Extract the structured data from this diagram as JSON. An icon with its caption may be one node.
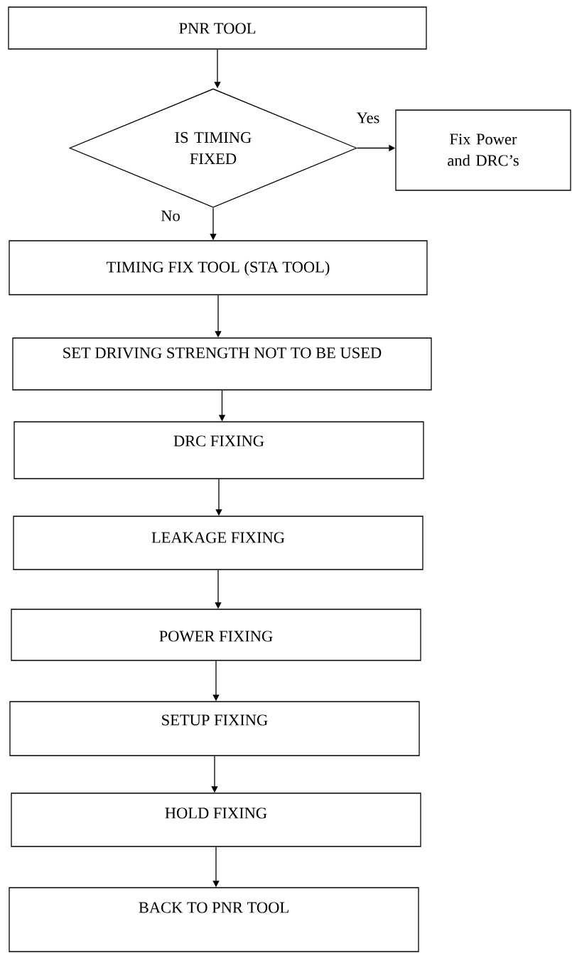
{
  "diagram": {
    "nodes": [
      {
        "text": [
          "PNR TOOL"
        ]
      },
      {
        "text": [
          "IS TIMING FIXED"
        ]
      },
      {
        "text": [
          "Fix Power and DRC’s"
        ]
      },
      {
        "text": [
          "TIMING FIX TOOL (STA TOOL)"
        ]
      },
      {
        "text": [
          "SET DRIVING STRENGTH NOT TO BE USED"
        ]
      },
      {
        "text": [
          "DRC FIXING"
        ]
      },
      {
        "text": [
          "LEAKAGE FIXING"
        ]
      },
      {
        "text": [
          "POWER FIXING"
        ]
      },
      {
        "text": [
          "SETUP FIXING"
        ]
      },
      {
        "text": [
          "HOLD FIXING"
        ]
      },
      {
        "text": [
          "BACK TO PNR TOOL"
        ]
      }
    ],
    "edges": [
      {
        "from": 0,
        "to": 1,
        "arrow": "to"
      },
      {
        "from": 1,
        "to": 2,
        "arrow": "to",
        "label": "Yes"
      },
      {
        "from": 1,
        "to": 3,
        "arrow": "to",
        "label": "No"
      },
      {
        "from": 3,
        "to": 4,
        "arrow": "to"
      },
      {
        "from": 4,
        "to": 5,
        "arrow": "to"
      },
      {
        "from": 5,
        "to": 6,
        "arrow": "to"
      },
      {
        "from": 6,
        "to": 7,
        "arrow": "to"
      },
      {
        "from": 7,
        "to": 8,
        "arrow": "to"
      },
      {
        "from": 8,
        "to": 9,
        "arrow": "to"
      },
      {
        "from": 9,
        "to": 10,
        "arrow": "to"
      }
    ]
  }
}
